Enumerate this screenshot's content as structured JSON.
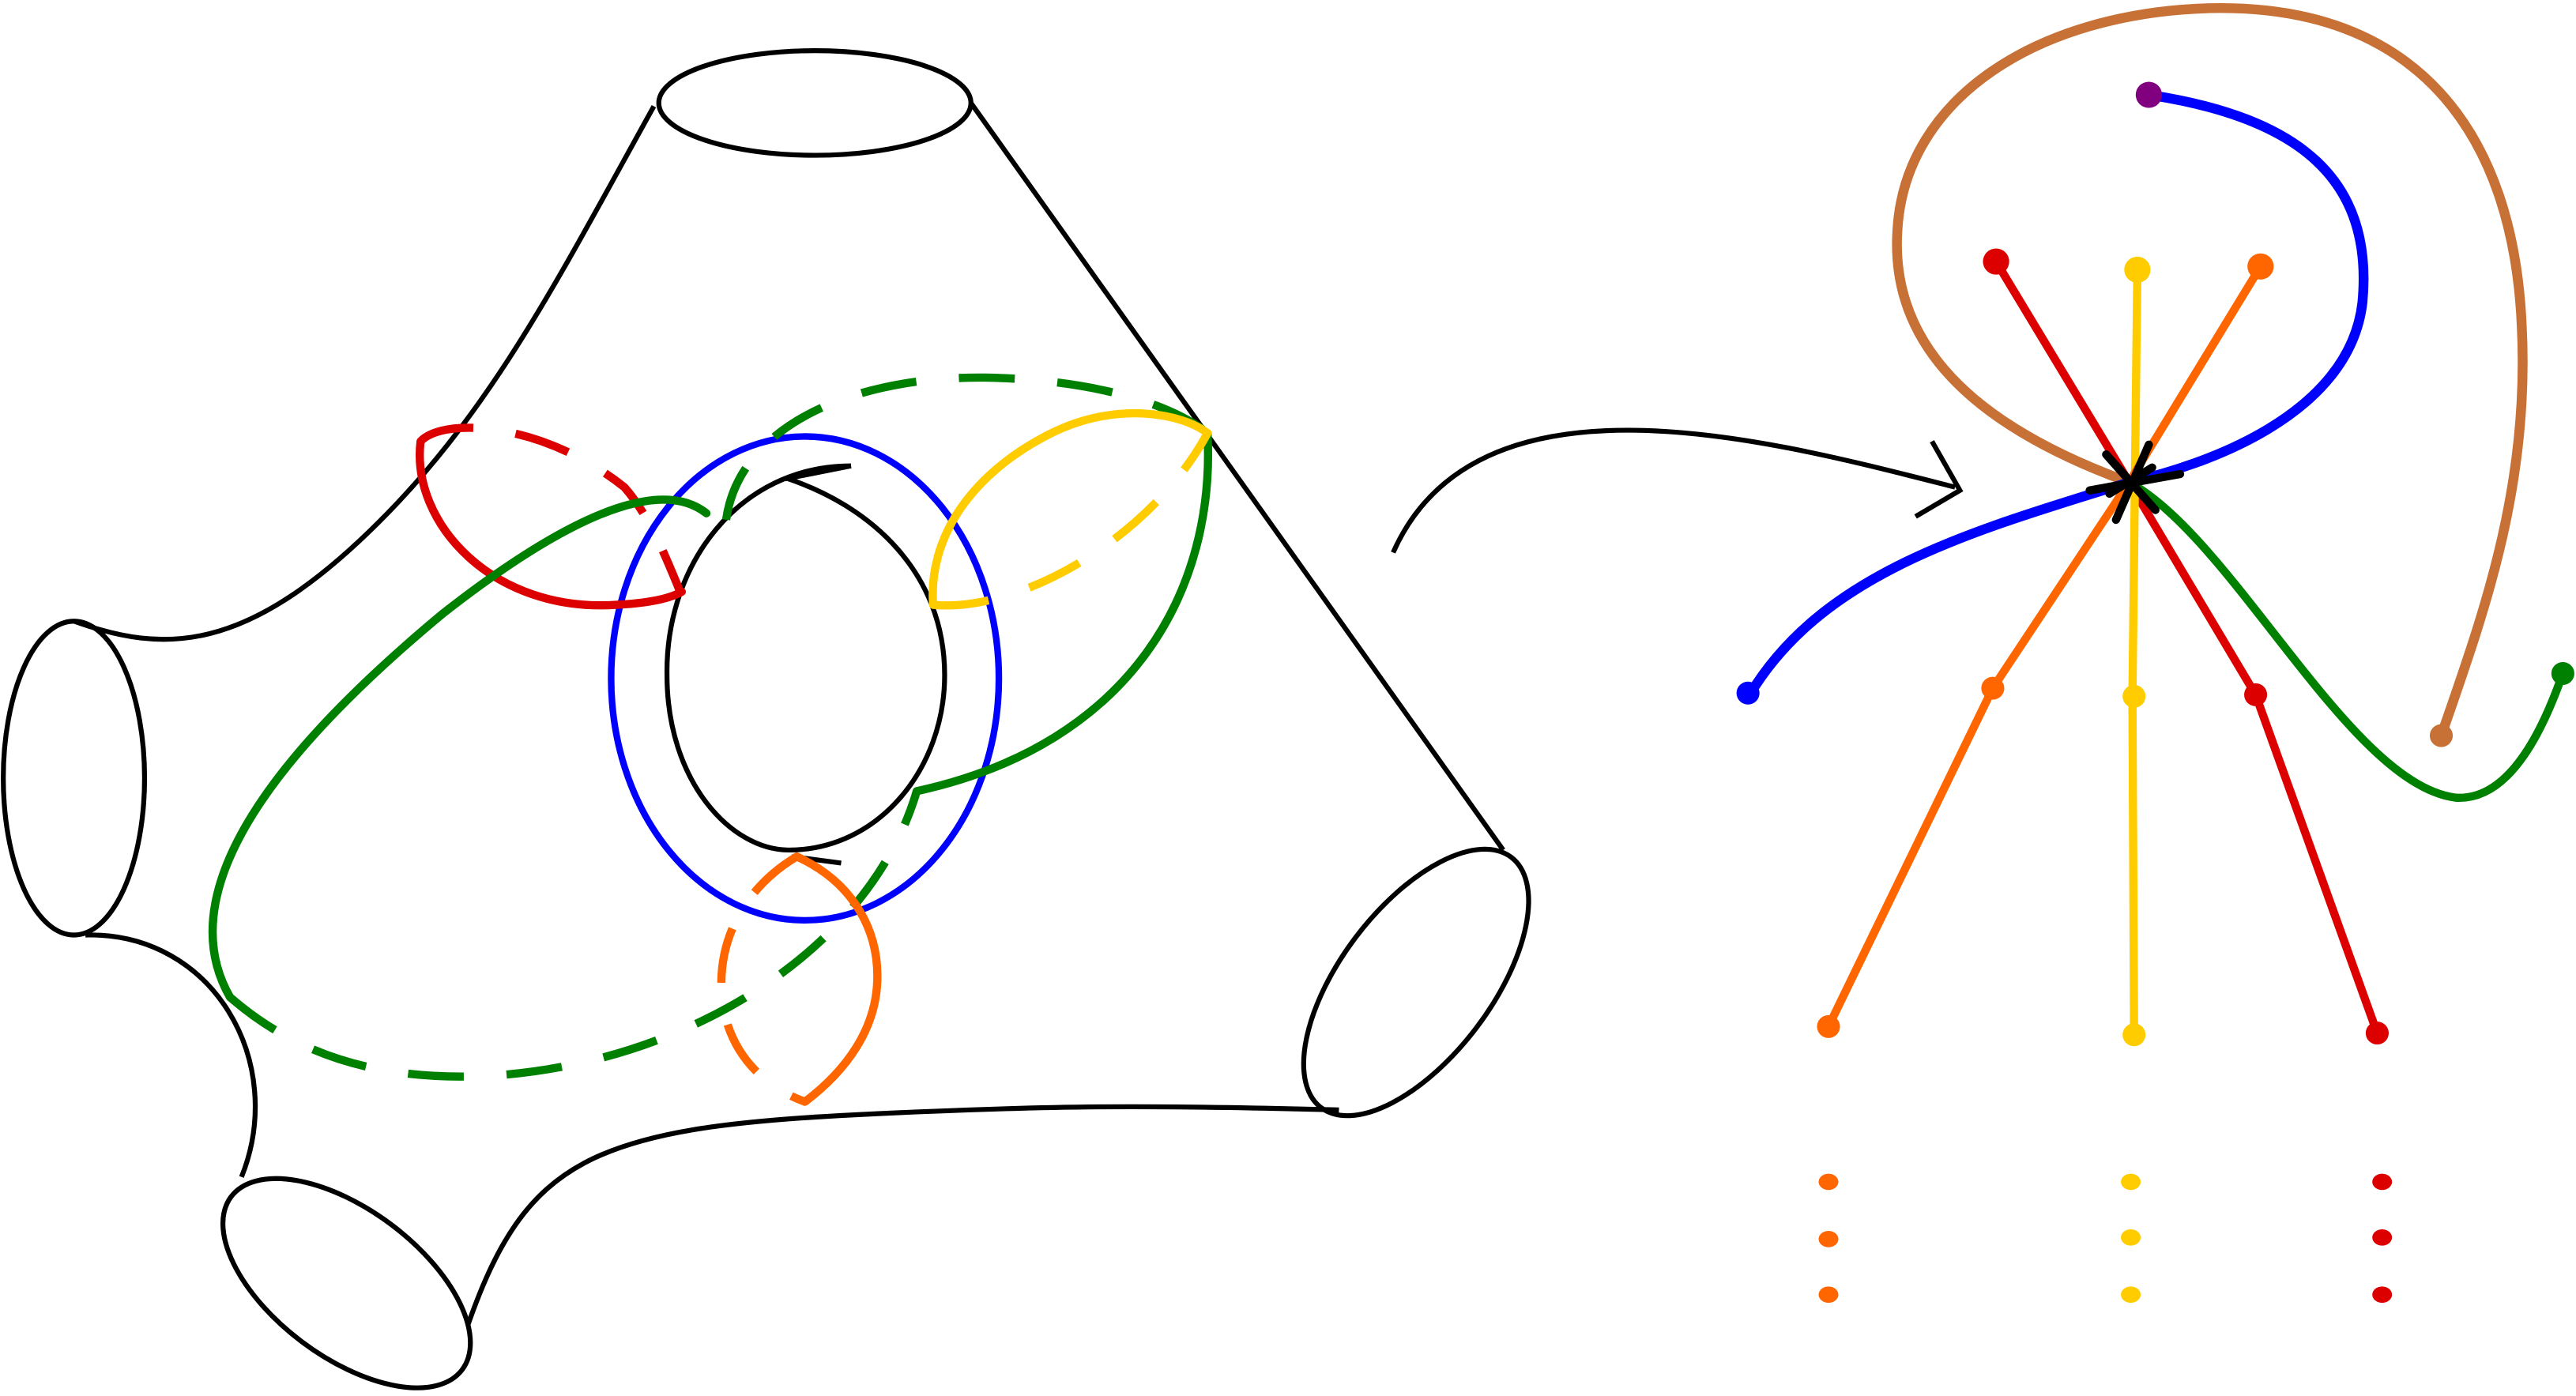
{
  "colors": {
    "black": "#000000",
    "red": "#dd0000",
    "blue": "#0000ff",
    "green": "#008000",
    "yellow": "#ffcc00",
    "orange": "#ff6600",
    "brown": "#c87137",
    "purple": "#800080"
  },
  "surface": {
    "description_kind": "surface-of-genus-1-with-four-boundary-circles",
    "boundary_components": 4,
    "handles": 1
  },
  "graph": {
    "central_vertex": "star-vertex",
    "colored_strands": [
      "red",
      "orange",
      "yellow",
      "blue",
      "green",
      "brown",
      "purple"
    ],
    "ellipsis_columns": [
      "orange",
      "yellow",
      "red"
    ]
  }
}
